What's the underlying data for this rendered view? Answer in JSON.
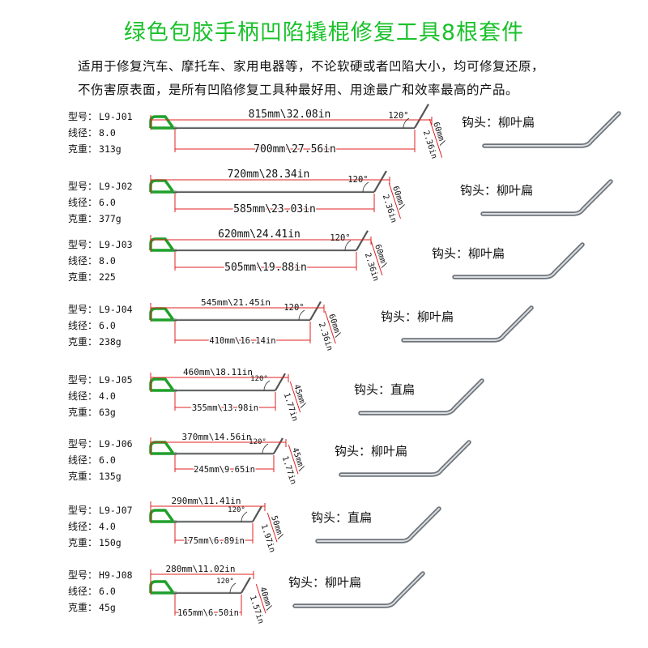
{
  "title": "绿色包胶手柄凹陷撬棍修复工具8根套件",
  "description_lines": [
    "适用于修复汽车、摩托车、家用电器等，不论软硬或者凹陷大小，均可修复还原，",
    "不伤害原表面，是所有凹陷修复工具种最好用、用途最广和效率最高的产品。"
  ],
  "labels": {
    "model": "型号：",
    "diameter": "线径：",
    "weight": "克重："
  },
  "tools": [
    {
      "model": "L9-J01",
      "diameter": "8.0",
      "weight": "313g",
      "total": "815mm\\32.08in",
      "shaft": "700mm\\27.56in",
      "angle": "120°",
      "tip": "60mm\\2.36in",
      "hook": "钩头：柳叶扁"
    },
    {
      "model": "L9-J02",
      "diameter": "6.0",
      "weight": "377g",
      "total": "720mm\\28.34in",
      "shaft": "585mm\\23.03in",
      "angle": "120°",
      "tip": "60mm\\2.36in",
      "hook": "钩头：柳叶扁"
    },
    {
      "model": "L9-J03",
      "diameter": "8.0",
      "weight": "225",
      "total": "620mm\\24.41in",
      "shaft": "505mm\\19.88in",
      "angle": "120°",
      "tip": "60mm\\2.36in",
      "hook": "钩头：柳叶扁"
    },
    {
      "model": "L9-J04",
      "diameter": "6.0",
      "weight": "238g",
      "total": "545mm\\21.45in",
      "shaft": "410mm\\16.14in",
      "angle": "120°",
      "tip": "60mm\\2.36in",
      "hook": "钩头：柳叶扁"
    },
    {
      "model": "L9-J05",
      "diameter": "4.0",
      "weight": "63g",
      "total": "460mm\\18.11in",
      "shaft": "355mm\\13.98in",
      "angle": "120°",
      "tip": "45mm\\1.77in",
      "hook": "钩头：直扁"
    },
    {
      "model": "L9-J06",
      "diameter": "6.0",
      "weight": "135g",
      "total": "370mm\\14.56in",
      "shaft": "245mm\\9.65in",
      "angle": "120°",
      "tip": "45mm\\1.77in",
      "hook": "钩头：柳叶扁"
    },
    {
      "model": "L9-J07",
      "diameter": "4.0",
      "weight": "150g",
      "total": "290mm\\11.41in",
      "shaft": "175mm\\6.89in",
      "angle": "120°",
      "tip": "50mm\\1.97in",
      "hook": "钩头：直扁"
    },
    {
      "model": "H9-J08",
      "diameter": "6.0",
      "weight": "45g",
      "total": "280mm\\11.02in",
      "shaft": "165mm\\6.50in",
      "angle": "120°",
      "tip": "40mm\\1.57in",
      "hook": "钩头：柳叶扁"
    }
  ],
  "colors": {
    "title": "#19c12a",
    "handle": "#1fa02a",
    "dimension": "#e02020",
    "steel": "#9aa0a6"
  }
}
